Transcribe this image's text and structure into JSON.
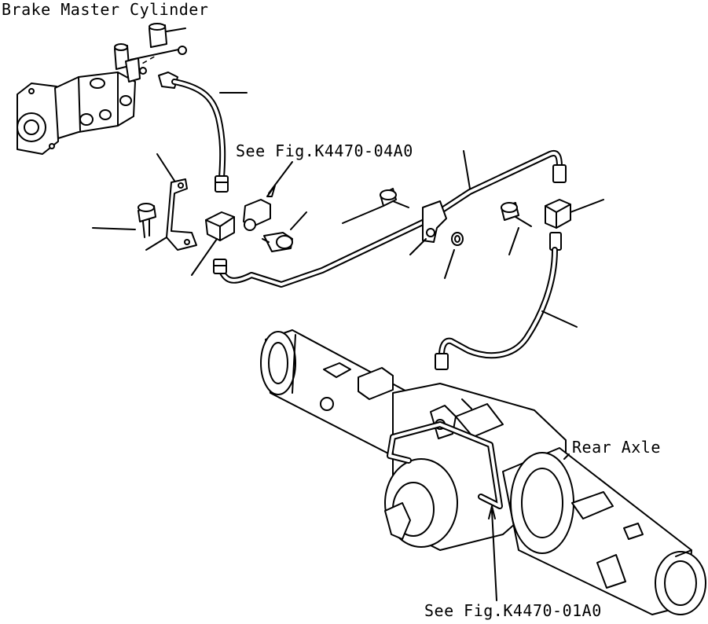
{
  "labels": {
    "brake_master_cylinder": "Brake Master Cylinder",
    "see_fig_top": "See Fig.K4470-04A0",
    "rear_axle": "Rear Axle",
    "see_fig_bottom": "See Fig.K4470-01A0"
  }
}
